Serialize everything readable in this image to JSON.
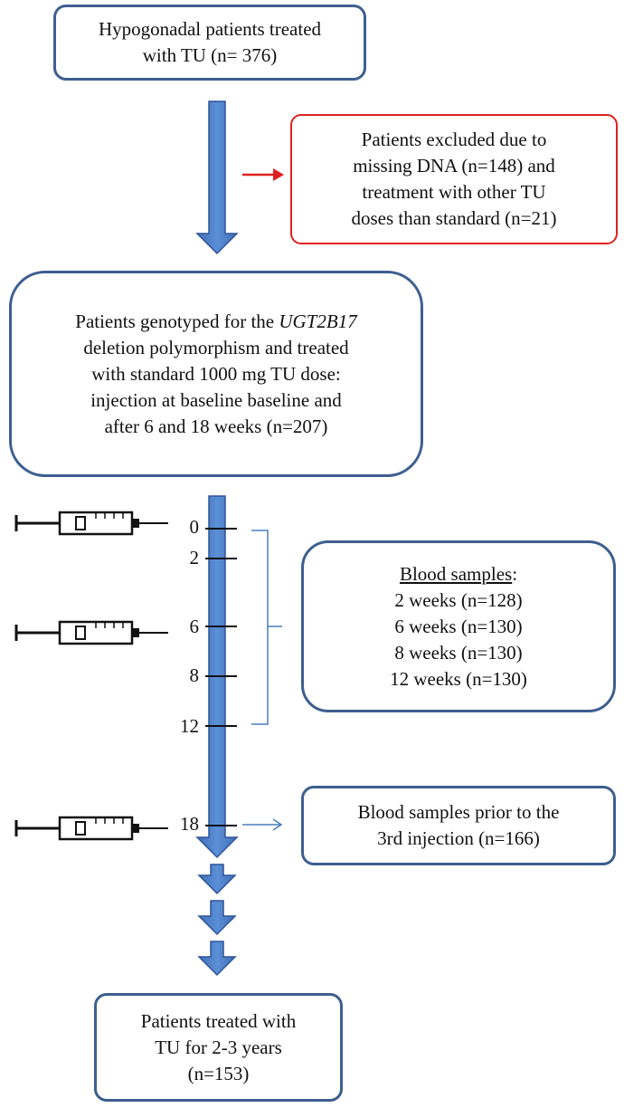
{
  "top_box": {
    "lines": [
      "Hypogonadal patients treated",
      "with TU (n= 376)"
    ]
  },
  "excluded_box": {
    "lines": [
      "Patients excluded due to",
      "missing DNA (n=148) and",
      "treatment with other TU",
      "doses than standard (n=21)"
    ]
  },
  "genotyped_box": {
    "line1_prefix": "Patients genotyped for the ",
    "line1_gene": "UGT2B17",
    "lines": [
      "deletion polymorphism and treated",
      "with standard 1000 mg TU dose:",
      "injection at baseline baseline and",
      "after 6 and 18 weeks (n=207)"
    ]
  },
  "timeline": {
    "week_labels": [
      "0",
      "2",
      "6",
      "8",
      "12",
      "18"
    ]
  },
  "blood_box": {
    "heading": "Blood samples",
    "heading_suffix": ":",
    "lines": [
      "2 weeks (n=128)",
      "6 weeks (n=130)",
      "8 weeks (n=130)",
      "12 weeks (n=130)"
    ]
  },
  "prior_box": {
    "lines": [
      "Blood samples prior to the",
      "3rd injection (n=166)"
    ]
  },
  "final_box": {
    "lines": [
      "Patients treated with",
      "TU for 2-3 years",
      "(n=153)"
    ]
  },
  "colors": {
    "arrow": "#4472c4",
    "arrow_edge": "#2f5597",
    "box_border": "#3d5f8f",
    "exclusion": "#e02020",
    "bracket": "#4a7fc1"
  }
}
